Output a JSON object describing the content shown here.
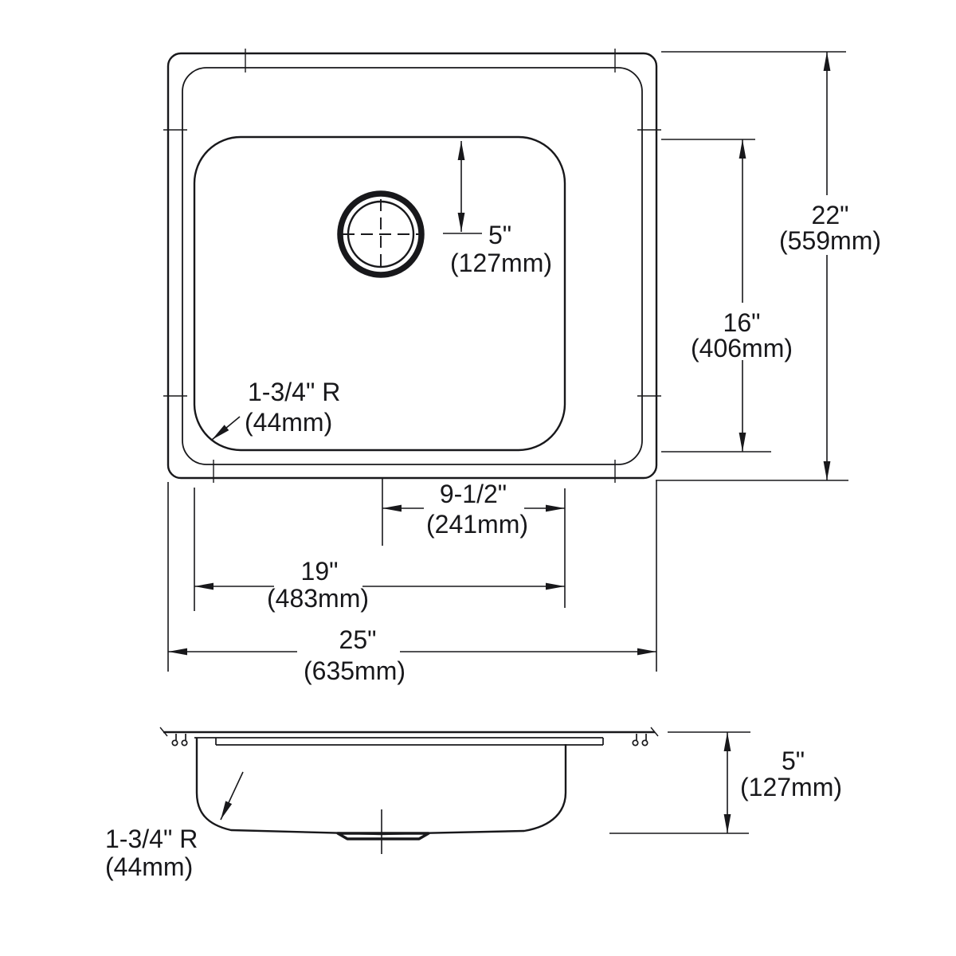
{
  "top_view": {
    "drain_from_back": {
      "in": "5\"",
      "mm": "(127mm)"
    },
    "overall_depth": {
      "in": "22\"",
      "mm": "(559mm)"
    },
    "bowl_depth": {
      "in": "16\"",
      "mm": "(406mm)"
    },
    "corner_radius": {
      "r": "1-3/4\" R",
      "mm": "(44mm)"
    },
    "drain_offset": {
      "in": "9-1/2\"",
      "mm": "(241mm)"
    },
    "bowl_width": {
      "in": "19\"",
      "mm": "(483mm)"
    },
    "overall_width": {
      "in": "25\"",
      "mm": "(635mm)"
    }
  },
  "side_view": {
    "bowl_depth": {
      "in": "5\"",
      "mm": "(127mm)"
    },
    "bottom_radius": {
      "r": "1-3/4\" R",
      "mm": "(44mm)"
    }
  },
  "colors": {
    "line": "#18181b",
    "background": "#ffffff"
  }
}
